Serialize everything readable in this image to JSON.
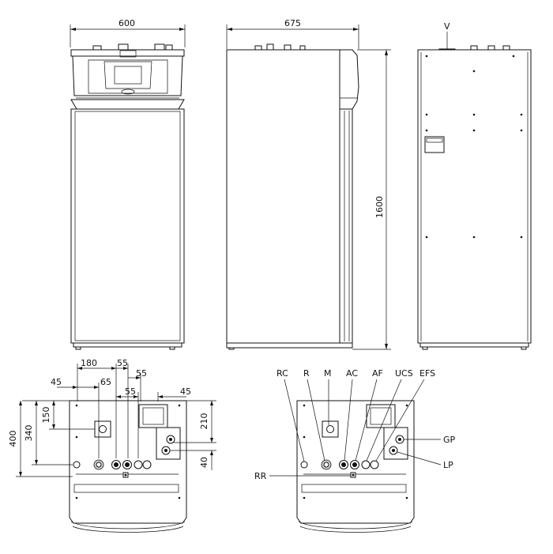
{
  "dimensions": {
    "front_width": "600",
    "side_depth": "675",
    "height": "1600",
    "bottom_180": "180",
    "bottom_55a": "55",
    "bottom_55b": "55",
    "bottom_55c": "55",
    "bottom_45a": "45",
    "bottom_45b": "45",
    "bottom_65": "65",
    "bottom_150": "150",
    "bottom_340": "340",
    "bottom_400": "400",
    "bottom_210": "210",
    "bottom_40": "40"
  },
  "labels": {
    "V": "V",
    "RC": "RC",
    "R": "R",
    "M": "M",
    "AC": "AC",
    "AF": "AF",
    "UCS": "UCS",
    "EFS": "EFS",
    "GP": "GP",
    "LP": "LP",
    "RR": "RR"
  }
}
